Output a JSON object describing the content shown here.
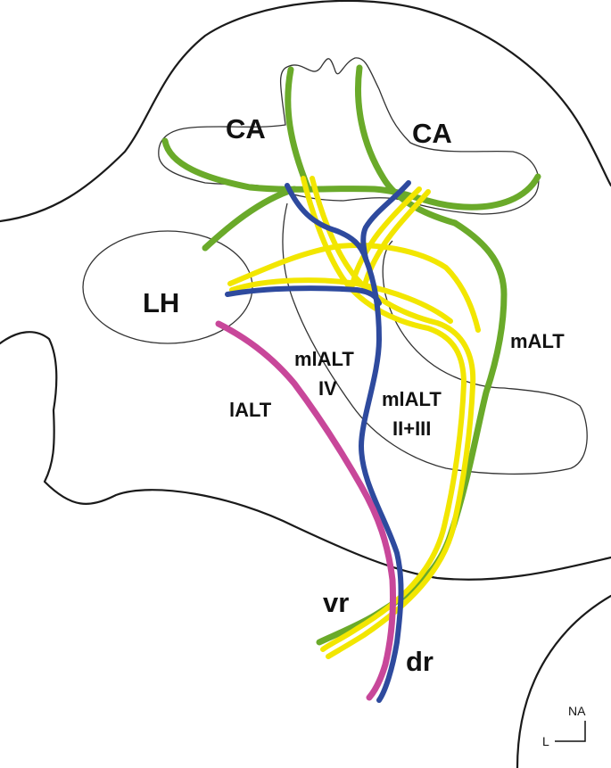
{
  "labels": {
    "ca_left": "CA",
    "ca_right": "CA",
    "lh": "LH",
    "malt": "mALT",
    "mlalt_iv_line1": "mlALT",
    "mlalt_iv_line2": "IV",
    "mlalt_23_line1": "mlALT",
    "mlalt_23_line2": "II+III",
    "lalt": "lALT",
    "vr": "vr",
    "dr": "dr"
  },
  "orientation": {
    "na": "NA",
    "l": "L"
  },
  "colors": {
    "malt": "#6aaa2a",
    "mlalt_iv": "#2e4a9e",
    "mlalt_23": "#f2e600",
    "lalt": "#c8479a",
    "outline": "#1a1a1a"
  }
}
